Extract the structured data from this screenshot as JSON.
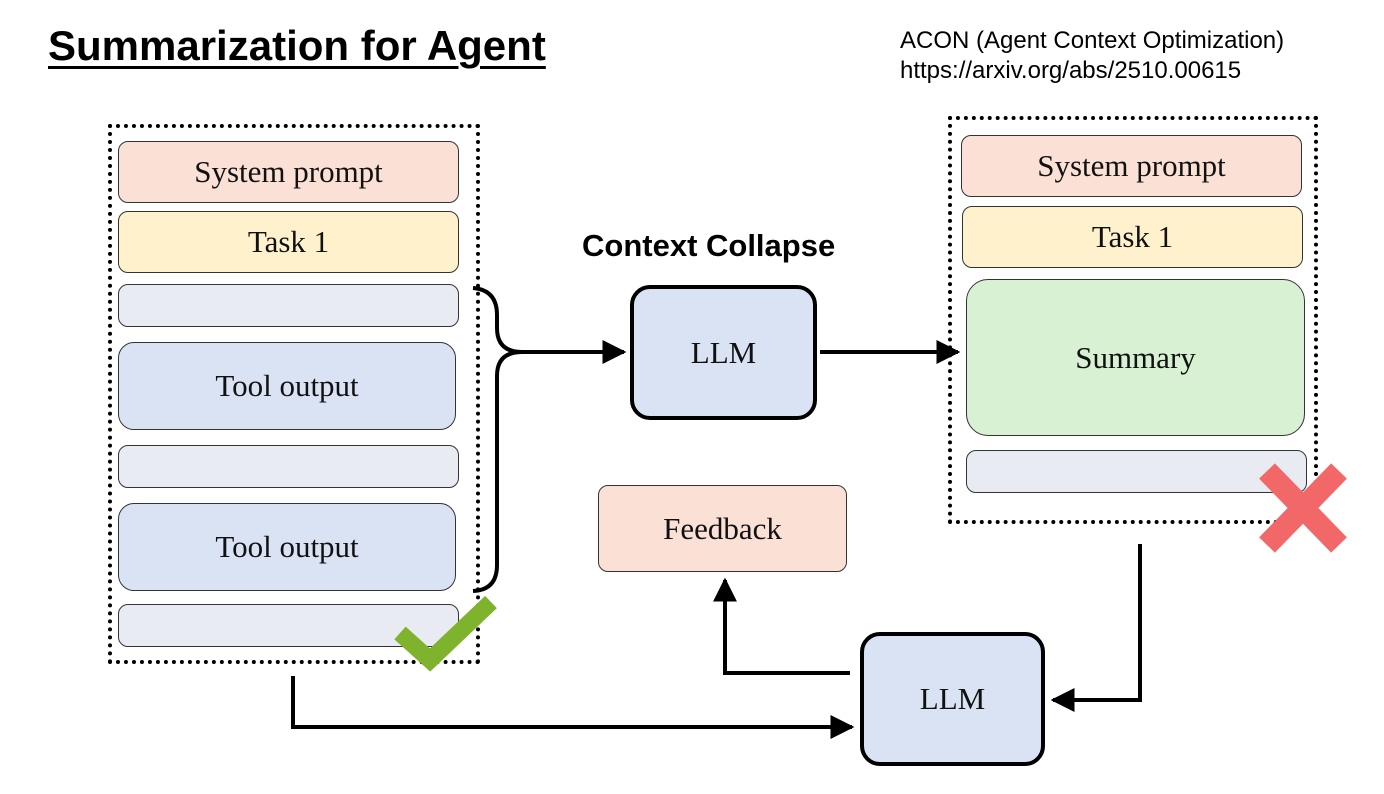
{
  "header": {
    "title": "Summarization for Agent",
    "reference_line1": "ACON (Agent Context Optimization)",
    "reference_line2": "https://arxiv.org/abs/2510.00615"
  },
  "left_context": {
    "system_prompt": "System prompt",
    "task": "Task 1",
    "tool_output_1": "Tool output",
    "tool_output_2": "Tool output",
    "status": "check"
  },
  "center": {
    "label": "Context Collapse",
    "llm_top": "LLM",
    "feedback": "Feedback",
    "llm_bottom": "LLM"
  },
  "right_context": {
    "system_prompt": "System prompt",
    "task": "Task 1",
    "summary": "Summary",
    "status": "cross"
  },
  "colors": {
    "system_prompt": "#fbe0d6",
    "task": "#fff1cc",
    "empty_slot": "#e8ecf2",
    "tool_output": "#dae3f4",
    "summary": "#d9f1d3",
    "llm": "#dae3f4",
    "check": "#7fb32d",
    "cross": "#f26767"
  }
}
